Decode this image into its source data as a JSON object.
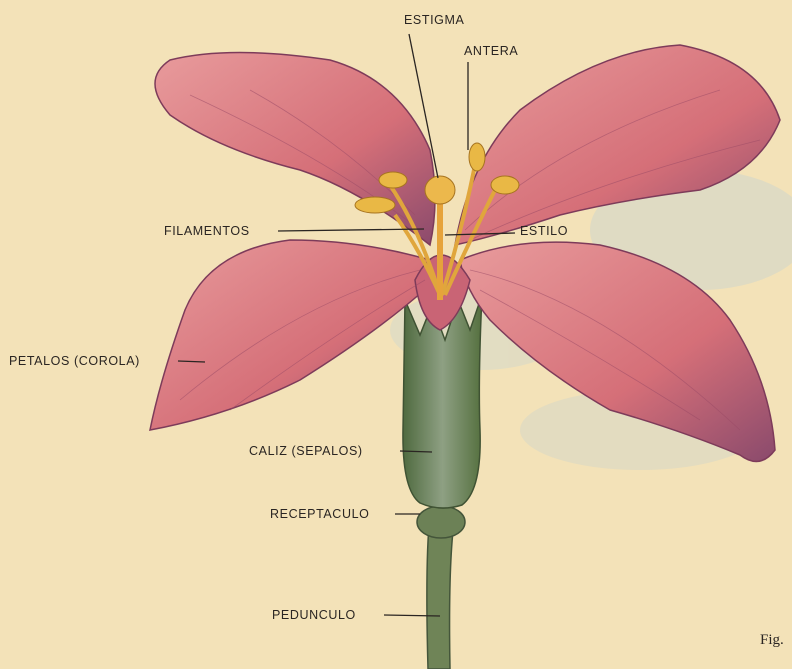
{
  "labels": {
    "estigma": "ESTIGMA",
    "antera": "ANTERA",
    "filamentos": "FILAMENTOS",
    "estilo": "ESTILO",
    "petalos": "PETALOS (COROLA)",
    "caliz": "CALIZ (SEPALOS)",
    "receptaculo": "RECEPTACULO",
    "pedunculo": "PEDUNCULO"
  },
  "figure_caption": "Fig.",
  "colors": {
    "paper": "#f3e2b8",
    "petal": "#d9737b",
    "petal_dark": "#8e4a68",
    "sepal": "#6f8457",
    "stamen": "#e9b845",
    "ink": "#2a2522"
  }
}
